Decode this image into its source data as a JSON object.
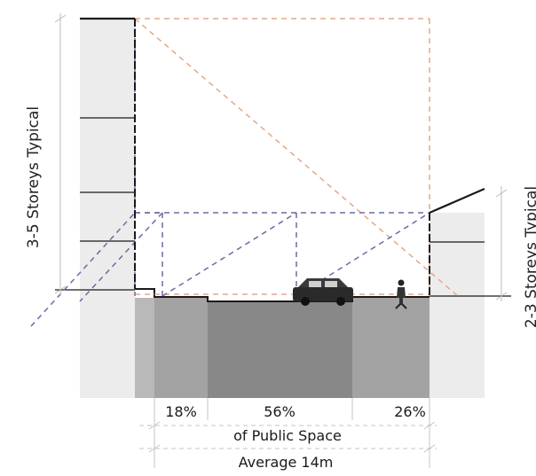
{
  "left_label": "3-5 Storeys Typical",
  "right_label": "2-3 Storeys Typical",
  "shares": {
    "footpath_left": "18%",
    "carriageway": "56%",
    "footpath_right": "26%"
  },
  "public_space_label": "of Public Space",
  "width_label": "Average 14m",
  "colors": {
    "building": "#ececec",
    "ground_dark": "#888888",
    "ground_mid": "#a3a3a3",
    "ground_light": "#b9b9b9",
    "enclosure_dashed": "#e4a888",
    "sky_dashed": "#6f6aa4",
    "outline": "#1a1a1a"
  },
  "icons": [
    "car-icon",
    "pedestrian-icon"
  ]
}
